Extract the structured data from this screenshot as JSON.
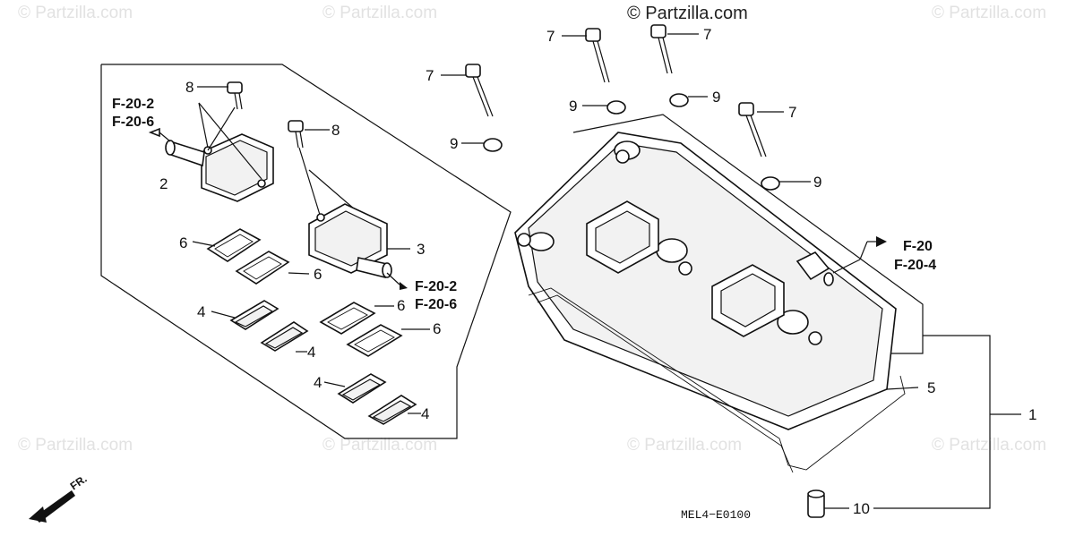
{
  "watermark": {
    "top": "© Partzilla.com",
    "faded": "© Partzilla.com"
  },
  "diagram_code": "MEL4−E0100",
  "front_mark": "FR.",
  "callouts": {
    "c1": "1",
    "c2": "2",
    "c3": "3",
    "c4a": "4",
    "c4b": "4",
    "c4c": "4",
    "c4d": "4",
    "c5": "5",
    "c6a": "6",
    "c6b": "6",
    "c6c": "6",
    "c6d": "6",
    "c7a": "7",
    "c7b": "7",
    "c7c": "7",
    "c7d": "7",
    "c8a": "8",
    "c8b": "8",
    "c9a": "9",
    "c9b": "9",
    "c9c": "9",
    "c9d": "9",
    "c10": "10"
  },
  "references": {
    "left_a": "F-20-2",
    "left_b": "F-20-6",
    "mid_a": "F-20-2",
    "mid_b": "F-20-6",
    "right_a": "F-20",
    "right_b": "F-20-4"
  }
}
